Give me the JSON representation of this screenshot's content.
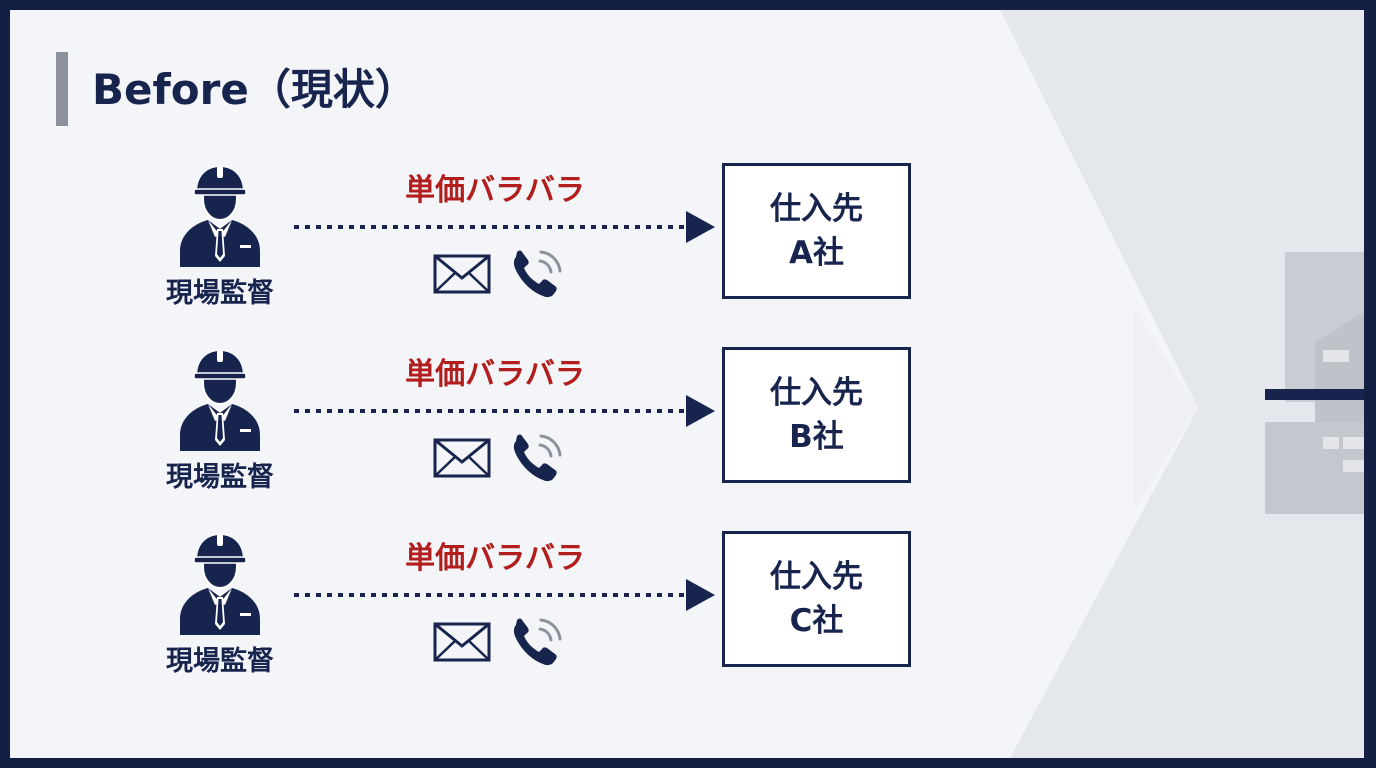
{
  "title": "Before（現状）",
  "rows": [
    {
      "worker_label": "現場監督",
      "price_label": "単価バラバラ",
      "supplier_line1": "仕入先",
      "supplier_line2": "A社"
    },
    {
      "worker_label": "現場監督",
      "price_label": "単価バラバラ",
      "supplier_line1": "仕入先",
      "supplier_line2": "B社"
    },
    {
      "worker_label": "現場監督",
      "price_label": "単価バラバラ",
      "supplier_line1": "仕入先",
      "supplier_line2": "C社"
    }
  ],
  "colors": {
    "navy": "#17244d",
    "warning_red": "#b21d1d",
    "title_accent": "#8c929c",
    "frame": "#141f44"
  },
  "icons": [
    "construction-worker-icon",
    "mail-icon",
    "phone-icon",
    "arrow-right-icon",
    "building-icon"
  ]
}
